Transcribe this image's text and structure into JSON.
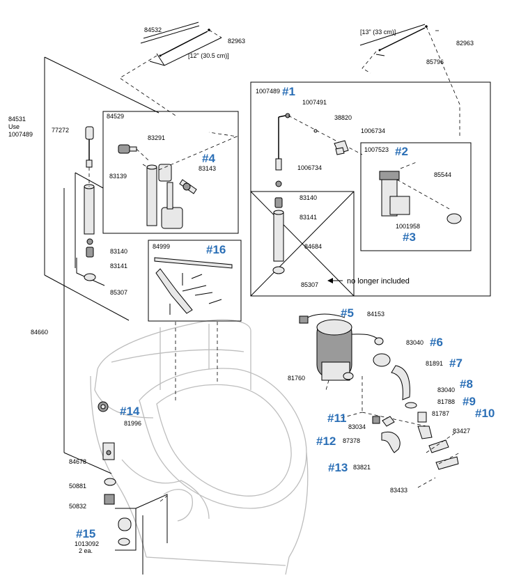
{
  "labels": {
    "p84532": "84532",
    "p82963a": "82963",
    "dim12": "[12\" (30.5 cm)]",
    "dim13": "[13\" (33 cm)]",
    "p82963b": "82963",
    "p85796": "85796",
    "p84531": "84531",
    "use": "Use",
    "p1007489a": "1007489",
    "p77272": "77272",
    "p84529": "84529",
    "p83291": "83291",
    "n4": "#4",
    "p83139": "83139",
    "p83143": "83143",
    "p1007489b": "1007489",
    "n1": "#1",
    "p1007491": "1007491",
    "p38820": "38820",
    "p1006734a": "1006734",
    "p1007523": "1007523",
    "n2": "#2",
    "p1006734b": "1006734",
    "p85544": "85544",
    "p83140a": "83140",
    "p83141a": "83141",
    "p1001958": "1001958",
    "n3": "#3",
    "p84684": "84684",
    "p85307a": "85307",
    "no_longer": "no longer included",
    "p83140b": "83140",
    "p83141b": "83141",
    "p85307b": "85307",
    "p84999": "84999",
    "n16": "#16",
    "p84660": "84660",
    "n5": "#5",
    "p84153": "84153",
    "p83040a": "83040",
    "n6": "#6",
    "p81891": "81891",
    "n7": "#7",
    "p81760": "81760",
    "p83040b": "83040",
    "n8": "#8",
    "p81788": "81788",
    "n9": "#9",
    "n11": "#11",
    "p83034": "83034",
    "p81787": "81787",
    "n10": "#10",
    "n12": "#12",
    "p87378": "87378",
    "p83427": "83427",
    "n14": "#14",
    "p81996": "81996",
    "n13": "#13",
    "p83821": "83821",
    "p84678": "84678",
    "p83433": "83433",
    "p50881": "50881",
    "p50832": "50832",
    "n15": "#15",
    "p1013092": "1013092",
    "ea": "2 ea."
  }
}
